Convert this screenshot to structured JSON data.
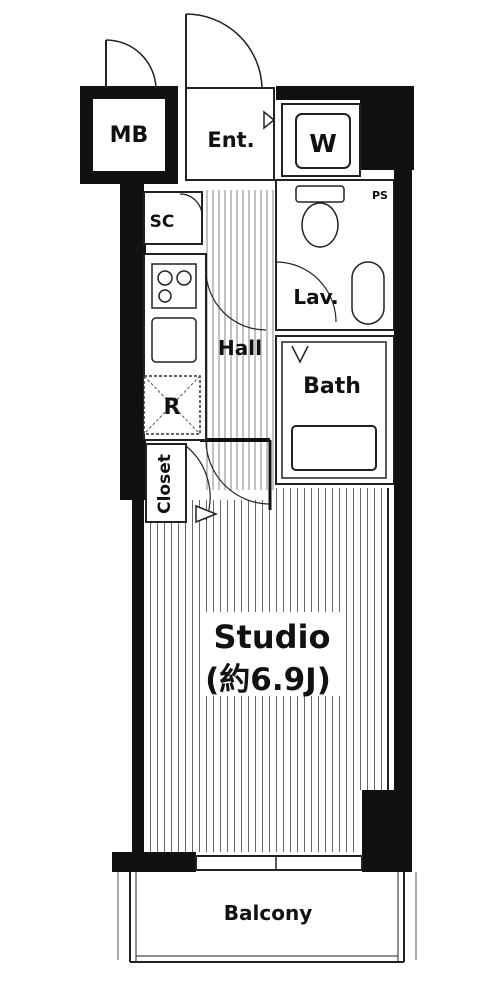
{
  "floorplan": {
    "rooms": {
      "mb": "MB",
      "ent": "Ent.",
      "w": "W",
      "ps": "PS",
      "sc": "SC",
      "lav": "Lav.",
      "hall": "Hall",
      "bath": "Bath",
      "r": "R",
      "closet": "Closet",
      "studio": "Studio",
      "studio_size": "(約6.9J)",
      "balcony": "Balcony"
    }
  },
  "colors": {
    "wall": "#111111",
    "line": "#333333",
    "background": "#ffffff"
  }
}
